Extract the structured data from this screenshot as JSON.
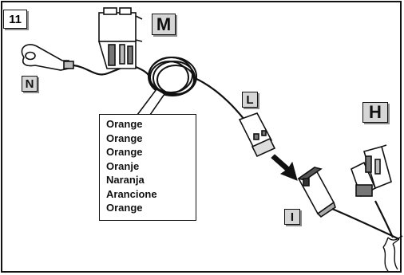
{
  "figure": {
    "step_number": "11",
    "labels": {
      "M": "M",
      "N": "N",
      "L": "L",
      "H": "H",
      "I": "I"
    },
    "color_legend": [
      "Orange",
      "Orange",
      "Orange",
      "Oranje",
      "Naranja",
      "Arancione",
      "Orange"
    ],
    "colors": {
      "label_fill": "#d6d6d6",
      "line": "#111111",
      "connector_fill": "#ffffff",
      "connector_shade": "#777777"
    }
  }
}
